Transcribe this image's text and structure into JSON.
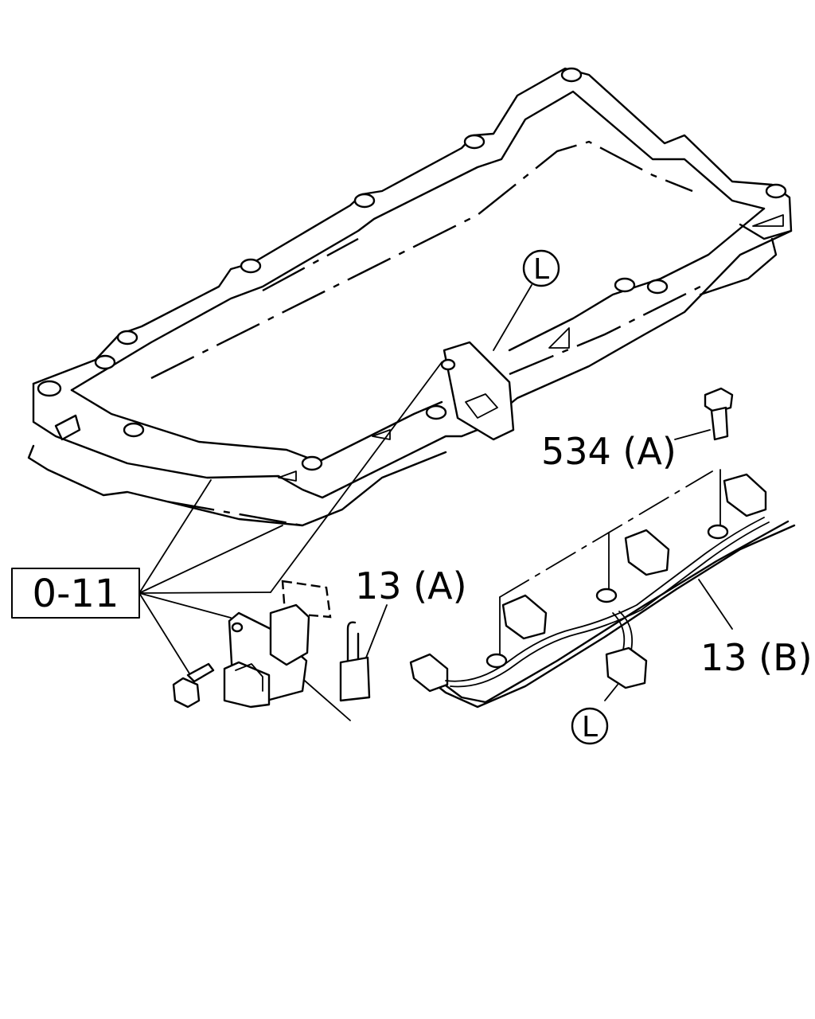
{
  "labels": {
    "ref_box": "0-11",
    "callout_l_top": "L",
    "callout_l_bottom": "L",
    "part_534a": "534 (A)",
    "part_13a": "13 (A)",
    "part_13b": "13 (B)"
  },
  "colors": {
    "ink": "#000000",
    "paper": "#ffffff"
  }
}
